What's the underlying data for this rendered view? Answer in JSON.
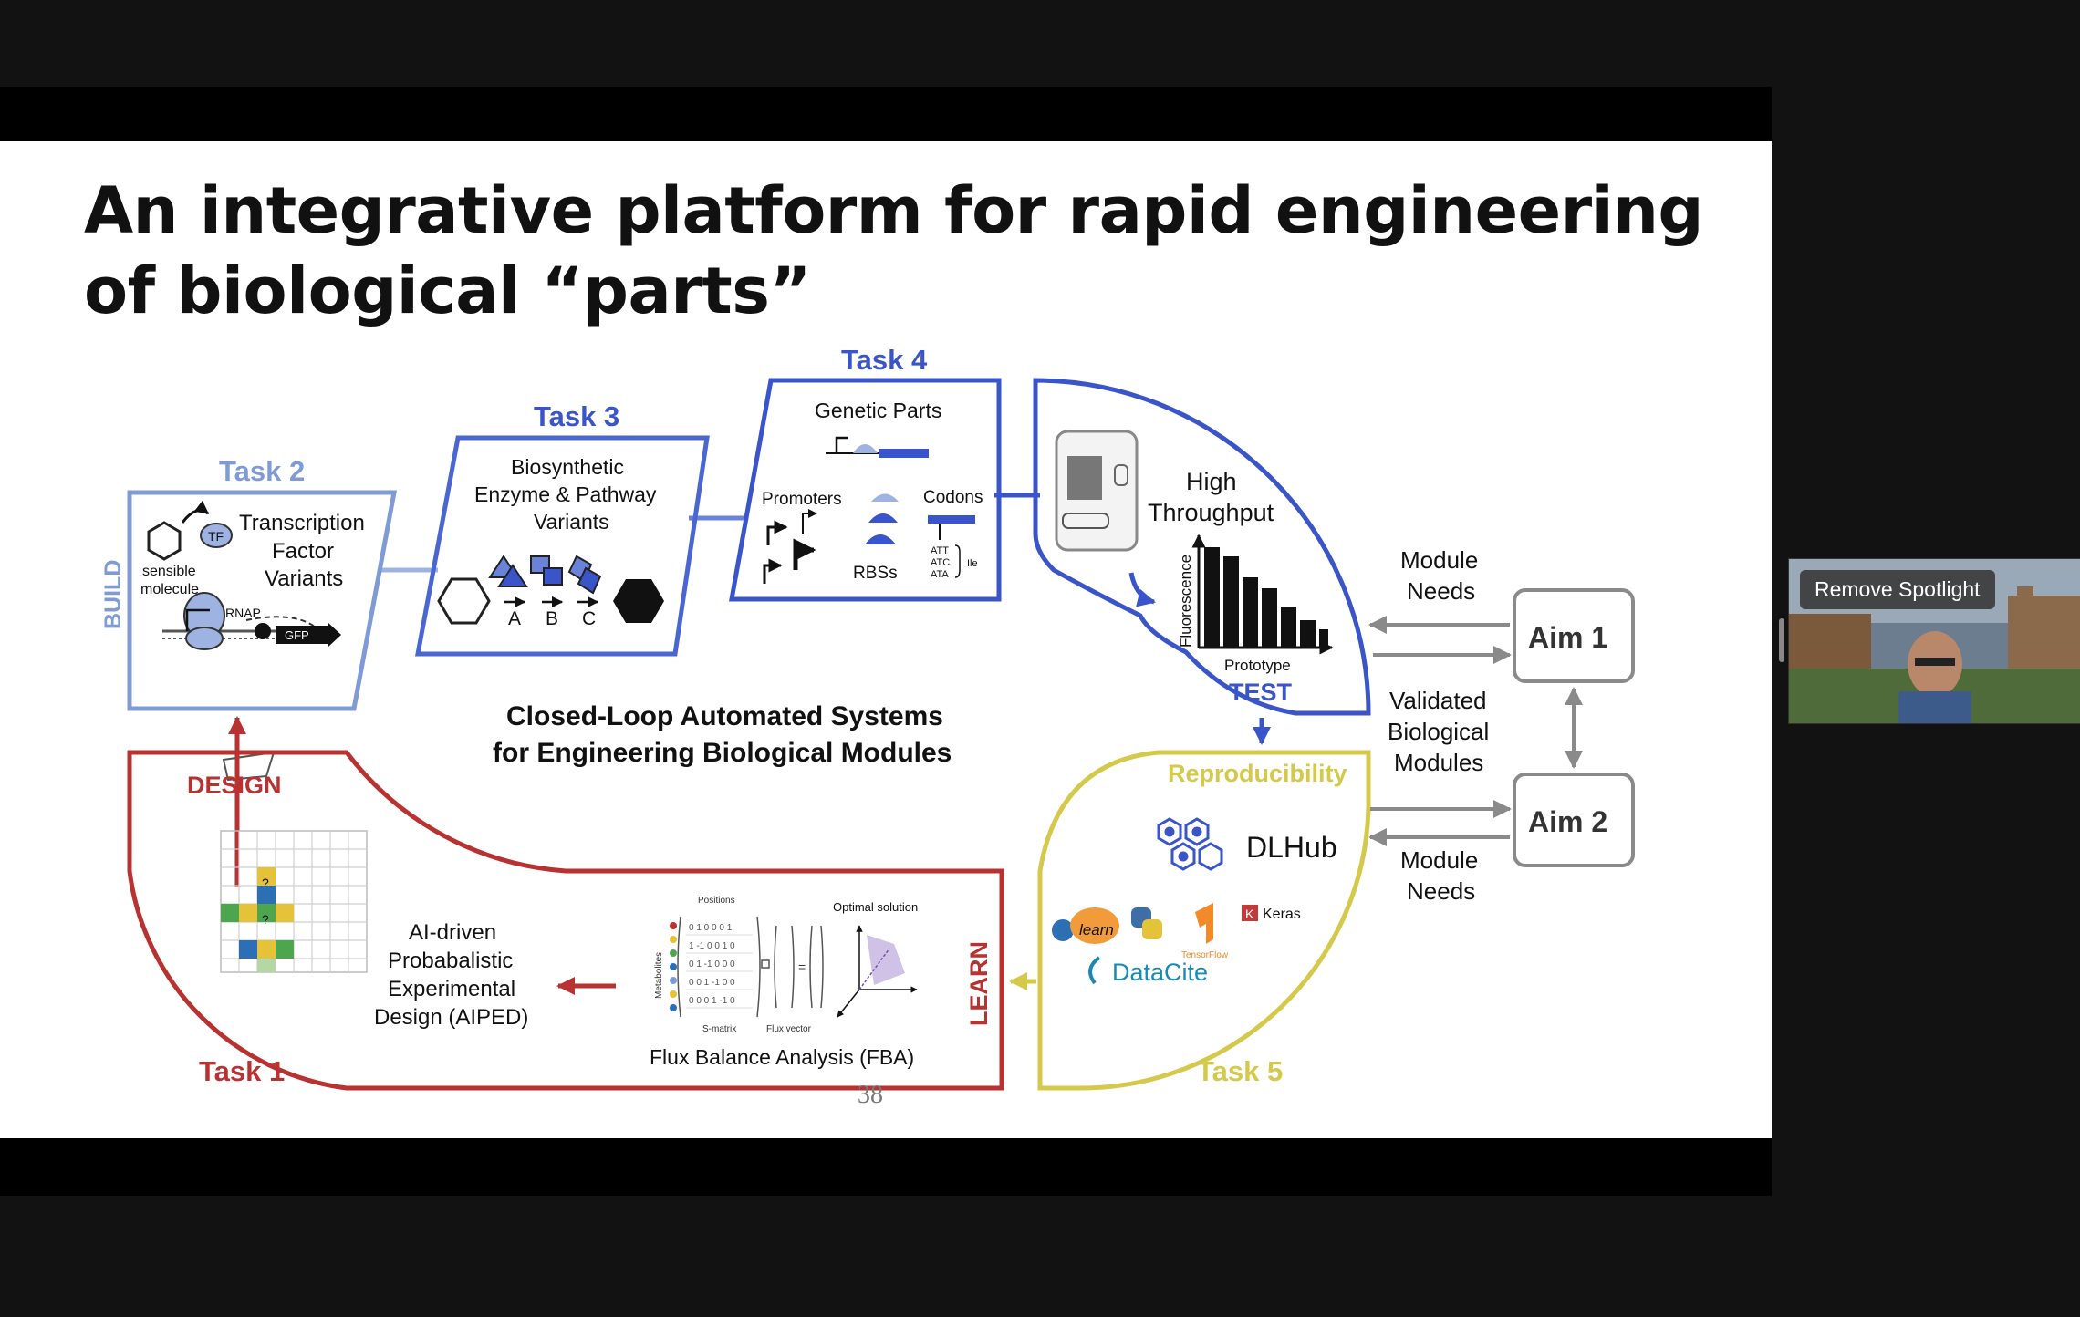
{
  "slide": {
    "title_line1": "An integrative platform for rapid engineering",
    "title_line2": "of biological “parts”",
    "page_number": "38"
  },
  "diagram": {
    "task2": {
      "label": "Task 2",
      "lines": [
        "Transcription",
        "Factor",
        "Variants"
      ],
      "molecule_lines": [
        "sensible",
        "molecule"
      ],
      "tf": "TF",
      "rnap": "RNAP",
      "gfp": "GFP",
      "build": "BUILD"
    },
    "task3": {
      "label": "Task 3",
      "lines": [
        "Biosynthetic",
        "Enzyme & Pathway",
        "Variants"
      ],
      "letters": [
        "A",
        "B",
        "C"
      ]
    },
    "task4": {
      "label": "Task 4",
      "genetic_parts": "Genetic Parts",
      "promoters": "Promoters",
      "rbss": "RBSs",
      "codons": "Codons",
      "codon_list": [
        "ATT",
        "ATC",
        "ATA"
      ],
      "ile": "Ile"
    },
    "test": {
      "lines": [
        "High",
        "Throughput"
      ],
      "ylabel": "Fluorescence",
      "xlabel": "Prototype",
      "label": "TEST"
    },
    "center": {
      "line1": "Closed-Loop Automated Systems",
      "line2": "for Engineering Biological Modules"
    },
    "design": {
      "label": "DESIGN",
      "task1": "Task 1",
      "aiped_lines": [
        "AI-driven",
        "Probabalistic",
        "Experimental",
        "Design (AIPED)"
      ],
      "fba": "Flux Balance Analysis (FBA)",
      "optimal": "Optimal solution",
      "positions": "Positions",
      "metabolites": "Metabolites",
      "smatrix": "S-matrix",
      "flux_vector": "Flux vector",
      "learn": "LEARN"
    },
    "task5": {
      "label": "Task 5",
      "reproducibility": "Reproducibility",
      "dlhub": "DLHub",
      "learn_logo": "learn",
      "tensorflow": "TensorFlow",
      "keras": "Keras",
      "datacite": "DataCite"
    },
    "aims": {
      "aim1": "Aim 1",
      "aim2": "Aim 2",
      "module_needs_top": [
        "Module",
        "Needs"
      ],
      "validated": [
        "Validated",
        "Biological",
        "Modules"
      ],
      "module_needs_bottom": [
        "Module",
        "Needs"
      ]
    }
  },
  "colors": {
    "task2": "#7f9bd6",
    "task3": "#3a55c9",
    "design": "#b83232",
    "task5": "#d4c94a",
    "gray": "#8a8a8a"
  },
  "spotlight": {
    "button": "Remove Spotlight"
  }
}
